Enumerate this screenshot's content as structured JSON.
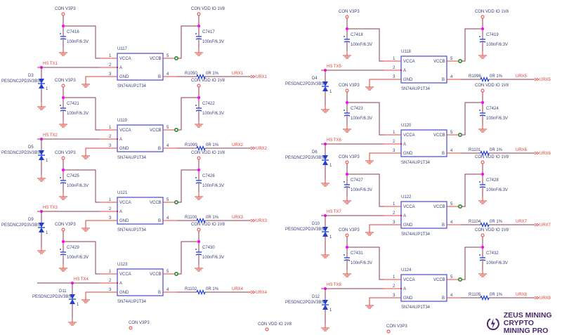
{
  "labels": {
    "v3p3": "CON V3P3",
    "vdd": "CON VDD IO 1V8",
    "part": "SN74AUP1T34",
    "cap_value": "100nF/6.3V",
    "diode_part": "PESDNC2PD3V3BS",
    "r_value": "0R 1%",
    "pin_vcca": "VCCA",
    "pin_a": "A",
    "pin_gnd": "GND",
    "pin_vccb": "VCCB",
    "pin_b": "B",
    "pin_numbers": [
      "1",
      "2",
      "3",
      "5",
      "4"
    ],
    "diode_pin": "1"
  },
  "blocks": [
    {
      "u": "U117",
      "cap_a": "C7416",
      "cap_b": "C7417",
      "diode": "D3",
      "tx": "HS TX1",
      "r": "R1050",
      "urx": "URX1"
    },
    {
      "u": "U119",
      "cap_a": "C7421",
      "cap_b": "C7422",
      "diode": "D5",
      "tx": "HS TX2",
      "r": "R1099",
      "urx": "URX2"
    },
    {
      "u": "U121",
      "cap_a": "C7425",
      "cap_b": "C7426",
      "diode": "D9",
      "tx": "HS TX3",
      "r": "R1100",
      "urx": "URX3"
    },
    {
      "u": "U123",
      "cap_a": "C7429",
      "cap_b": "C7430",
      "diode": "D11",
      "tx": "HS TX4",
      "r": "R1102",
      "urx": "URX4"
    },
    {
      "u": "U118",
      "cap_a": "C7418",
      "cap_b": "C7419",
      "diode": "D4",
      "tx": "HS TX5",
      "r": "R1096",
      "urx": "URX5"
    },
    {
      "u": "U120",
      "cap_a": "C7423",
      "cap_b": "C7424",
      "diode": "D6",
      "tx": "HS TX6",
      "r": "R1101",
      "urx": "URX6"
    },
    {
      "u": "U122",
      "cap_a": "C7427",
      "cap_b": "C7428",
      "diode": "D10",
      "tx": "HS TX7",
      "r": "R1104",
      "urx": "URX7"
    },
    {
      "u": "U124",
      "cap_a": "C7431",
      "cap_b": "C7432",
      "diode": "D12",
      "tx": "HS TX8",
      "r": "R1105",
      "urx": "URX8"
    }
  ],
  "bottom_labels": [
    "CON V3P3",
    "CON VDD IO 1V8",
    "CON V3P3"
  ],
  "logo": {
    "line1": "ZEUS MINING",
    "line2": "CRYPTO MINING PRO",
    "icon": "lightning-bolt-icon",
    "color": "#4a2a6e"
  },
  "colors": {
    "wire": "#8e3a4e",
    "pin": "#e8403a",
    "text": "#3a3f7a",
    "component": "#1e3fcf",
    "junction": "#ff00ff",
    "no_connect": "#2a8a2a"
  }
}
